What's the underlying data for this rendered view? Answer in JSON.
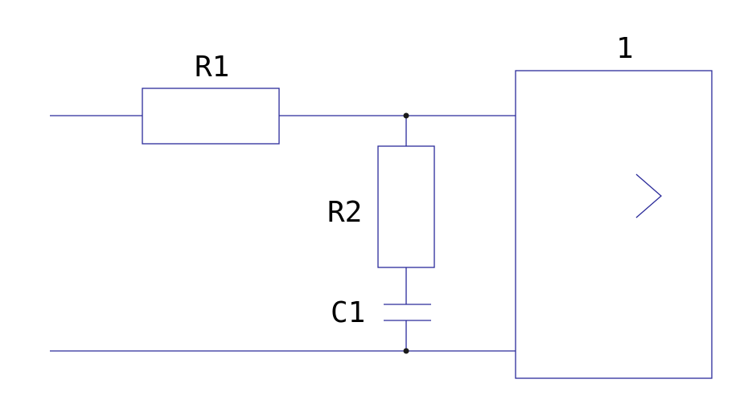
{
  "diagram": {
    "components": {
      "r1": {
        "label": "R1"
      },
      "r2": {
        "label": "R2"
      },
      "c1": {
        "label": "C1"
      },
      "block": {
        "label": "1"
      }
    },
    "colors": {
      "wire": "#2b2b9a",
      "text": "#000000",
      "junction": "#1a1a1a"
    }
  }
}
